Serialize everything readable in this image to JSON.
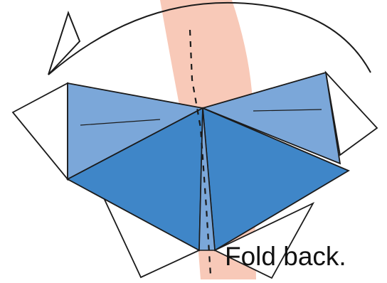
{
  "caption": "Fold back.",
  "colors": {
    "background": "#ffffff",
    "guide_band": "#f8c9b8",
    "paper_light": "#7ba7d9",
    "paper_dark": "#3f86c8",
    "outline": "#1b1b1b",
    "white_flap": "#ffffff"
  },
  "icons": {
    "fold_line": "dashed-fold-line",
    "rotation_arrow": "curved-arrow"
  }
}
